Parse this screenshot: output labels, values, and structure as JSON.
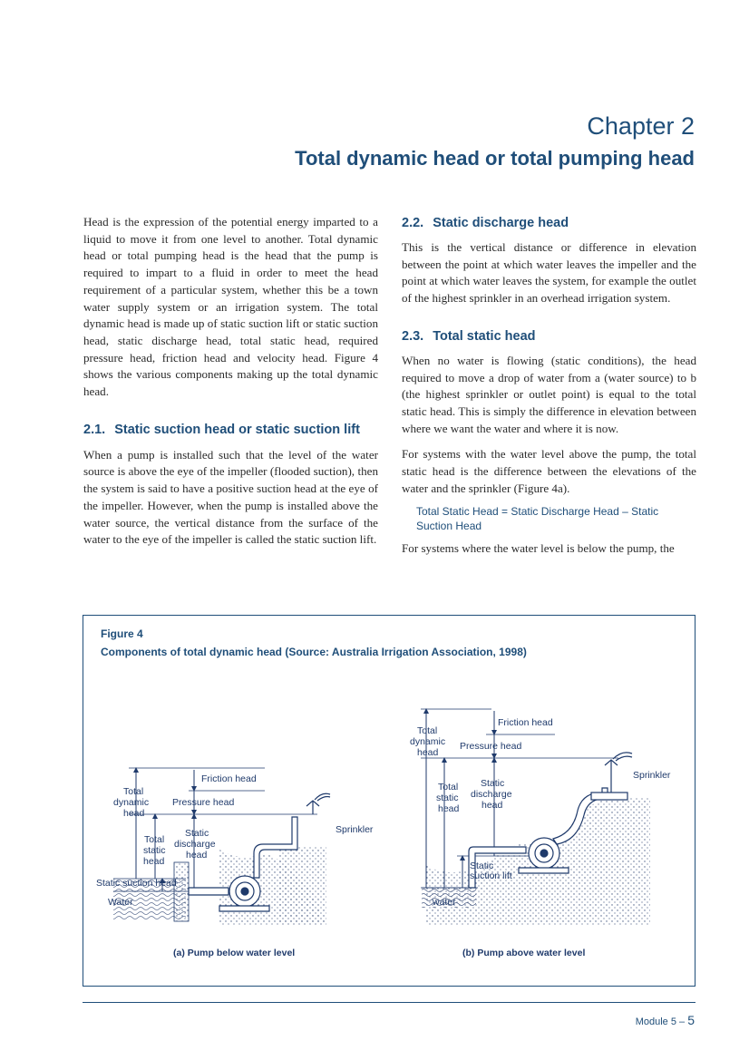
{
  "header": {
    "chapter": "Chapter 2",
    "title": "Total dynamic head or total pumping head"
  },
  "left_column": {
    "intro": "Head is the expression of the potential energy imparted to a liquid to move it from one level to another. Total dynamic head or total pumping head is the head that the pump is required to impart to a fluid in order to meet the head requirement of a particular system, whether this be a town water supply system or an irrigation system. The total dynamic head is made up of static suction lift or static suction head, static discharge head, total static head, required pressure head, friction head and velocity head. Figure 4 shows the various components making up the total dynamic head.",
    "section_2_1": {
      "number": "2.1.",
      "title": "Static suction head or static suction lift",
      "text": "When a pump is installed such that the level of the water source is above the eye of the impeller (flooded suction), then the system is said to have a positive suction head at the eye of the impeller. However, when the pump is installed above the water source, the vertical distance from the surface of the water to the eye of the impeller is called the static suction lift."
    }
  },
  "right_column": {
    "section_2_2": {
      "number": "2.2.",
      "title": "Static discharge head",
      "text": "This is the vertical distance or difference in elevation between the point at which water leaves the impeller and the point at which water leaves the system, for example the outlet of the highest sprinkler in an overhead irrigation system."
    },
    "section_2_3": {
      "number": "2.3.",
      "title": "Total static head",
      "text1": "When no water is flowing (static conditions), the head required to move a drop of water from a (water source) to b  (the highest sprinkler or outlet point) is equal to the total static head. This is simply the difference in elevation between where we want the water and where it is now.",
      "text2": "For systems with the water level above the pump, the total static head is the difference between the elevations of the water and the sprinkler (Figure 4a).",
      "formula": "Total Static Head = Static Discharge Head – Static Suction Head",
      "text3": "For systems where the water level is below the pump, the"
    }
  },
  "figure": {
    "label": "Figure 4",
    "caption": "Components of total dynamic head (Source: Australia Irrigation Association, 1998)",
    "panel_a": {
      "caption": "(a) Pump below water level",
      "labels": {
        "friction_head": "Friction head",
        "pressure_head": "Pressure head",
        "total_dynamic_head": [
          "Total",
          "dynamic",
          "head"
        ],
        "total_static_head": [
          "Total",
          "static",
          "head"
        ],
        "static_discharge_head": [
          "Static",
          "discharge",
          "head"
        ],
        "static_suction_head": "Static suction head",
        "water": "Water",
        "sprinkler": "Sprinkler"
      }
    },
    "panel_b": {
      "caption": "(b) Pump above water level",
      "labels": {
        "friction_head": "Friction head",
        "pressure_head": "Pressure head",
        "total_dynamic_head": [
          "Total",
          "dynamic",
          "head"
        ],
        "total_static_head": [
          "Total",
          "static",
          "head"
        ],
        "static_discharge_head": [
          "Static",
          "discharge",
          "head"
        ],
        "static_suction_lift": [
          "Static",
          "suction lift"
        ],
        "water": "water",
        "sprinkler": "Sprinkler"
      }
    }
  },
  "footer": {
    "module": "Module 5 –",
    "page": "5"
  },
  "colors": {
    "accent": "#1f4e79",
    "diagram": "#1f3a6b"
  }
}
